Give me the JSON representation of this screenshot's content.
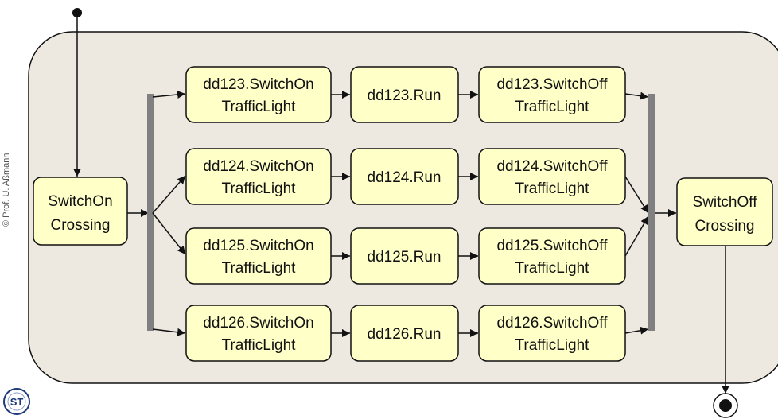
{
  "copyright": "© Prof. U. Aßmann",
  "logo": {
    "text": "ST"
  },
  "colors": {
    "background": "#ede9e1",
    "node_fill": "#ffffc8",
    "stroke": "#111111",
    "bar": "#808080"
  },
  "nodes": {
    "switchon_crossing": [
      "SwitchOn",
      "Crossing"
    ],
    "switchoff_crossing": [
      "SwitchOff",
      "Crossing"
    ],
    "lights": [
      {
        "switch_on": [
          "dd123.SwitchOn",
          "TrafficLight"
        ],
        "run": "dd123.Run",
        "switch_off": [
          "dd123.SwitchOff",
          "TrafficLight"
        ]
      },
      {
        "switch_on": [
          "dd124.SwitchOn",
          "TrafficLight"
        ],
        "run": "dd124.Run",
        "switch_off": [
          "dd124.SwitchOff",
          "TrafficLight"
        ]
      },
      {
        "switch_on": [
          "dd125.SwitchOn",
          "TrafficLight"
        ],
        "run": "dd125.Run",
        "switch_off": [
          "dd125.SwitchOff",
          "TrafficLight"
        ]
      },
      {
        "switch_on": [
          "dd126.SwitchOn",
          "TrafficLight"
        ],
        "run": "dd126.Run",
        "switch_off": [
          "dd126.SwitchOff",
          "TrafficLight"
        ]
      }
    ]
  }
}
